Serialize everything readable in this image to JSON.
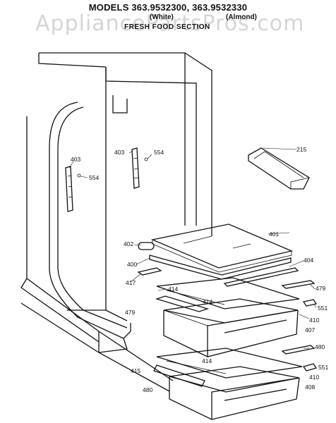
{
  "header": {
    "models": "MODELS 363.9532300, 363.9532330",
    "white": "(White)",
    "almond": "(Almond)",
    "section": "FRESH FOOD SECTION"
  },
  "watermark": "AppliancePartsPros.com",
  "parts": {
    "p215": "215",
    "p400": "400",
    "p401": "401",
    "p402": "402",
    "p403a": "403",
    "p403b": "403",
    "p404": "404",
    "p407": "407",
    "p408": "408",
    "p410a": "410",
    "p410b": "410",
    "p414a": "414",
    "p414b": "414",
    "p414c": "414",
    "p415": "415",
    "p417": "417",
    "p479a": "479",
    "p479b": "479",
    "p480a": "480",
    "p480b": "480",
    "p551a": "551",
    "p551b": "551",
    "p554a": "554",
    "p554b": "554"
  }
}
